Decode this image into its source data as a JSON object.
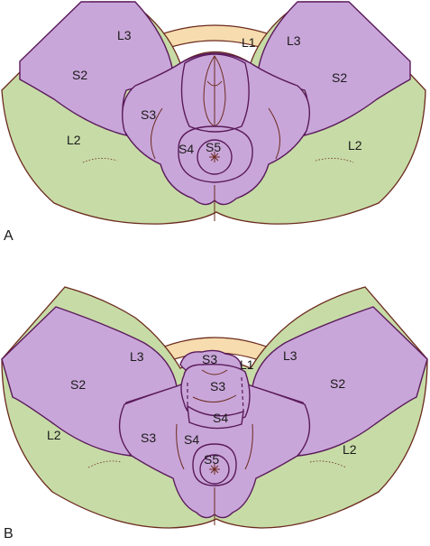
{
  "panels": [
    {
      "id": "A",
      "panel_label": "A",
      "labels": {
        "l3_left": "L3",
        "l1": "L1",
        "l3_right": "L3",
        "s2_left": "S2",
        "s2_right": "S2",
        "s3": "S3",
        "l2_left": "L2",
        "l2_right": "L2",
        "s4": "S4",
        "s5": "S5"
      }
    },
    {
      "id": "B",
      "panel_label": "B",
      "labels": {
        "s3_top": "S3",
        "l1": "L1",
        "l3_left": "L3",
        "l3_right": "L3",
        "s2_left": "S2",
        "s3_mid": "S3",
        "s2_right": "S2",
        "s4_center": "S4",
        "s3_left": "S3",
        "s4_lower": "S4",
        "l2_left": "L2",
        "s5": "S5",
        "l2_right": "L2"
      }
    }
  ],
  "colors": {
    "green": "#c7dba6",
    "purple": "#c9a6d9",
    "tan": "#f6dcae",
    "outline": "#6b2a1e"
  }
}
